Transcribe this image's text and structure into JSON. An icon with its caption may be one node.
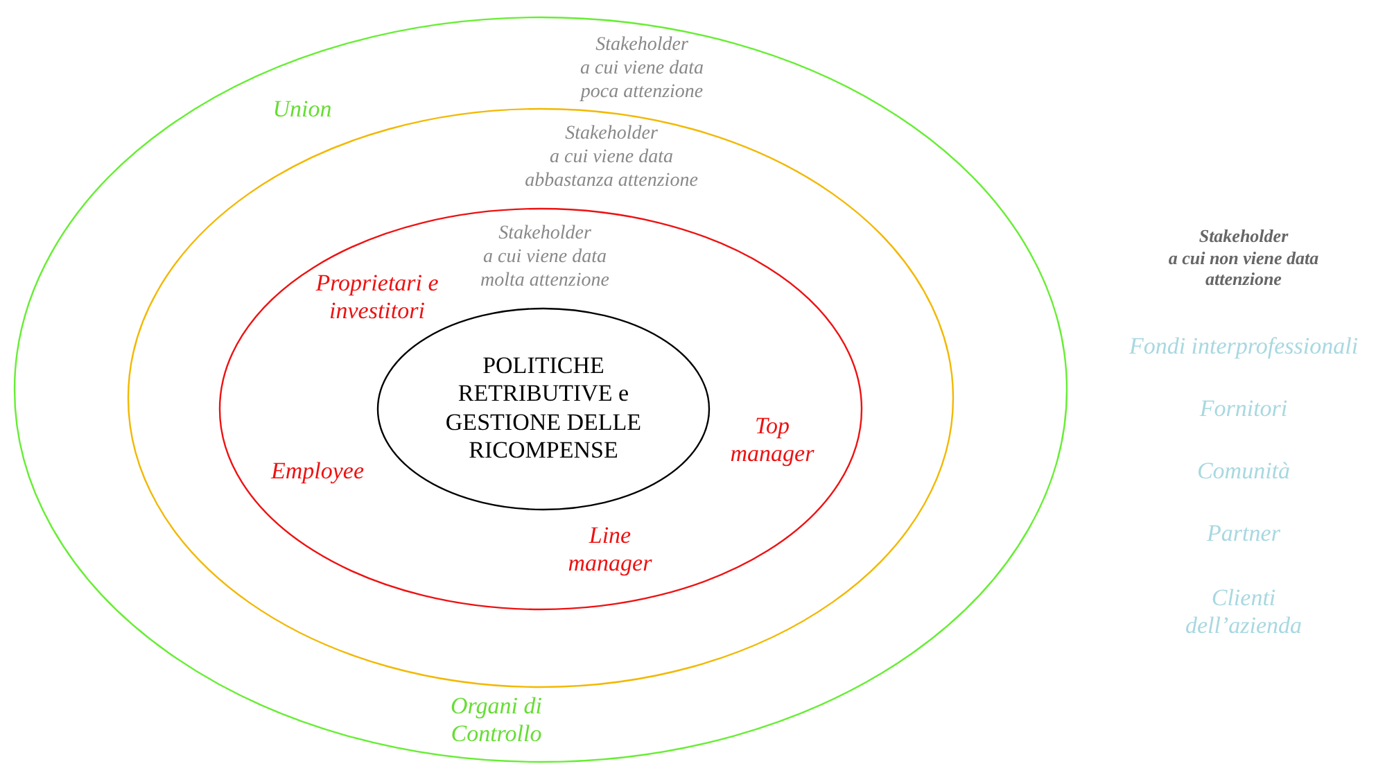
{
  "diagram": {
    "nodes": [
      {
        "text": [
          "Stakeholder a cui viene data poca attenzione",
          "Union",
          "Organi di Controllo"
        ]
      },
      {
        "text": [
          "Stakeholder a cui viene data abbastanza attenzione"
        ],
        "in": 0
      },
      {
        "text": [
          "Stakeholder a cui viene data molta attenzione",
          "Proprietari e investitori",
          "Top manager",
          "Employee",
          "Line manager"
        ],
        "in": 1
      },
      {
        "text": [
          "POLITICHE RETRIBUTIVE e GESTIONE DELLE RICOMPENSE"
        ],
        "in": 2
      }
    ],
    "labels": [
      "Stakeholder a cui non viene data attenzione",
      "Fondi interprofessionali",
      "Fornitori",
      "Comunità",
      "Partner",
      "Clienti dell’azienda"
    ]
  }
}
